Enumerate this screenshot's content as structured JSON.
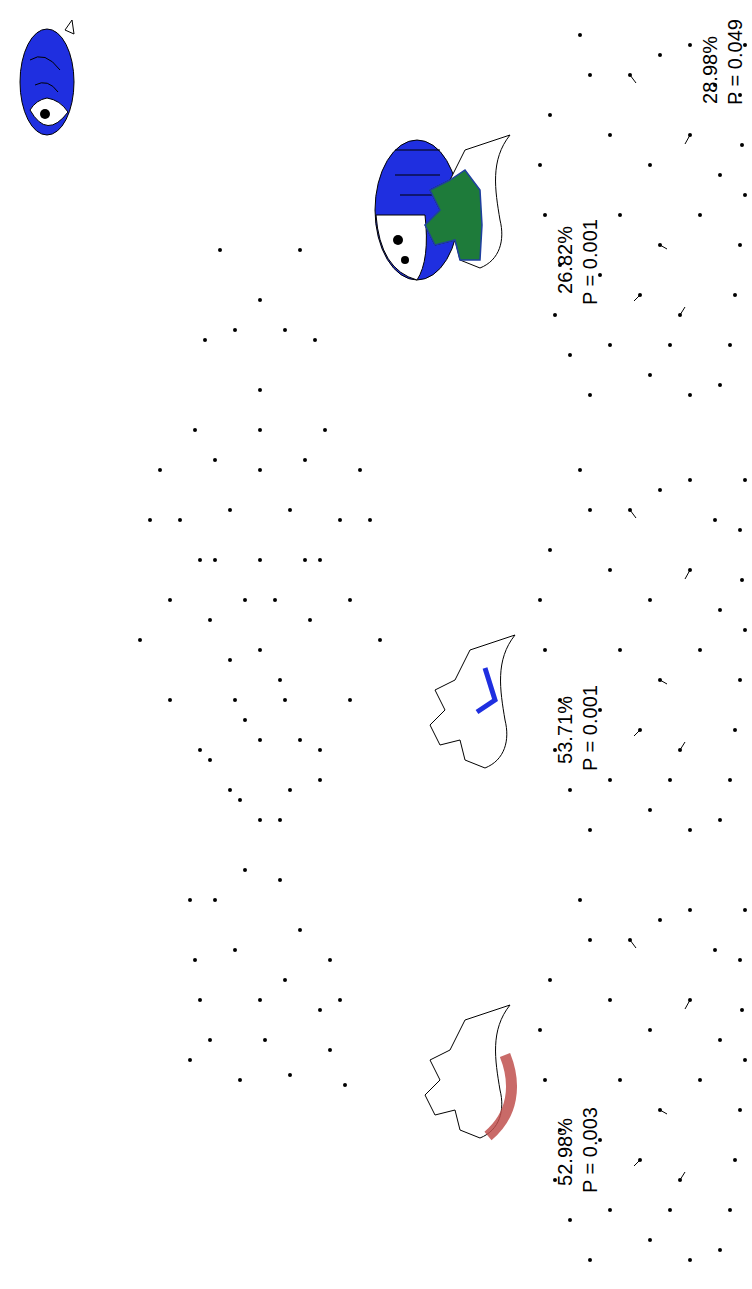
{
  "diagram": {
    "labels": [
      "26.82%",
      "P = 0.001",
      "52.98%",
      "P = 0.003",
      "53.71%",
      "P = 0.001",
      "28.98%",
      "P = 0.049"
    ]
  }
}
